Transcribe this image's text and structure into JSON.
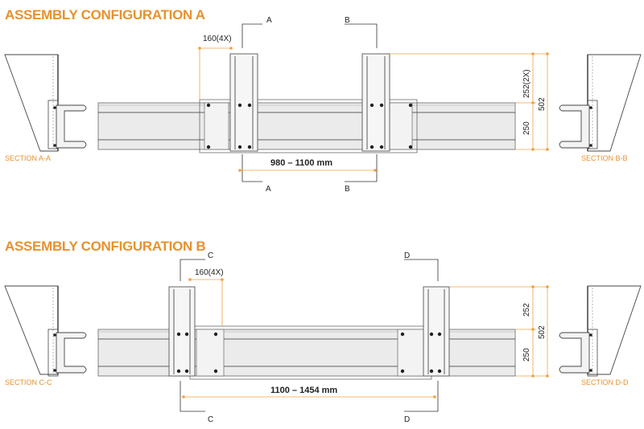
{
  "config_a": {
    "title": "ASSEMBLY CONFIGURATION A",
    "section_left": "SECTION A-A",
    "section_right": "SECTION B-B",
    "marker_left": "A",
    "marker_right": "B",
    "dim_pad": "160(4X)",
    "dim_span": "980 – 1100 mm",
    "dim_upper": "252(2X)",
    "dim_lower": "250",
    "dim_total": "502"
  },
  "config_b": {
    "title": "ASSEMBLY CONFIGURATION B",
    "section_left": "SECTION C-C",
    "section_right": "SECTION D-D",
    "marker_left": "C",
    "marker_right": "D",
    "dim_pad": "160(4X)",
    "dim_span": "1100 – 1454 mm",
    "dim_upper": "252",
    "dim_lower": "250",
    "dim_total": "502"
  },
  "colors": {
    "accent": "#E8912D",
    "line": "#333333",
    "beam_fill": "#EBEBEB"
  }
}
